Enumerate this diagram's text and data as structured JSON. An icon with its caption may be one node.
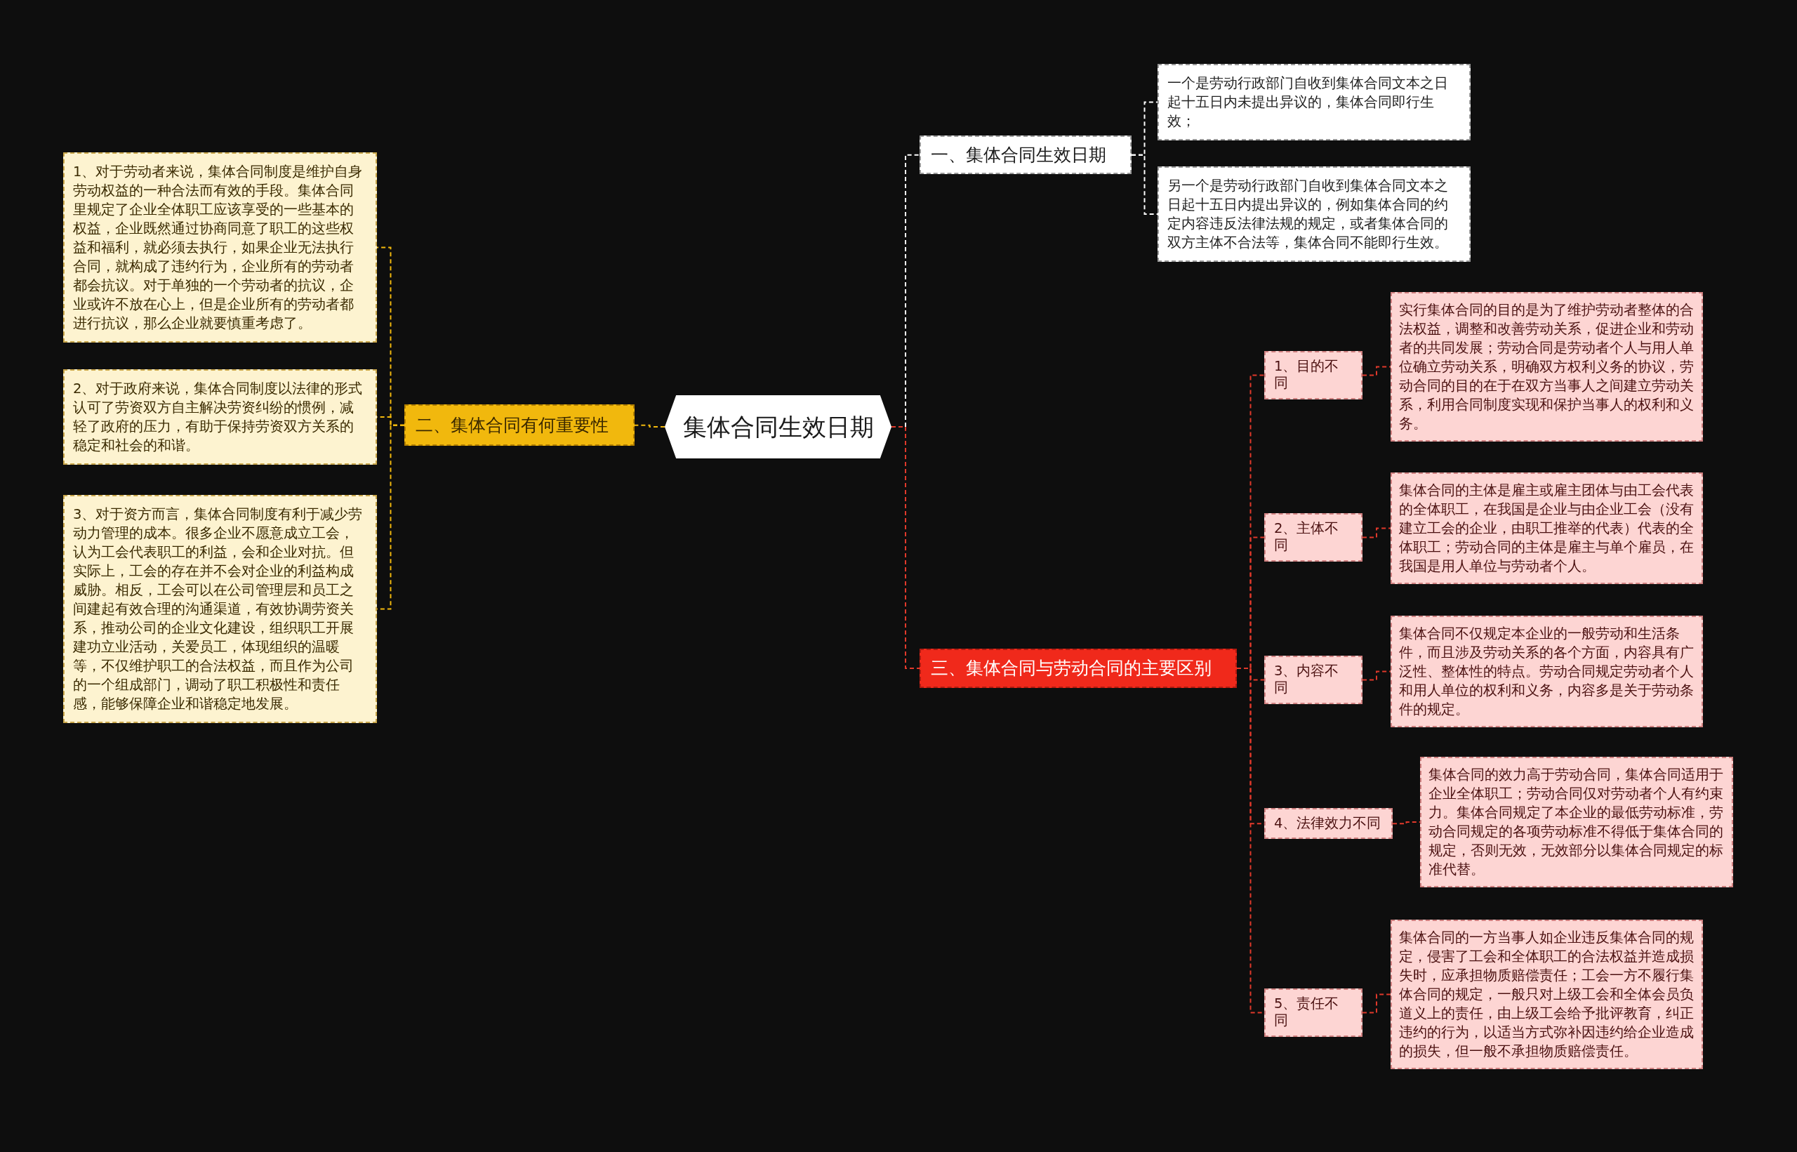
{
  "diagram": {
    "nodes": [
      {
        "text": [
          "集体合同生效日期"
        ]
      },
      {
        "text": [
          "一、集体合同生效日期"
        ]
      },
      {
        "text": [
          "一个是劳动行政部门自收到集体合同文本之日起十五日内未提出异议的，集体合同即行生效；"
        ]
      },
      {
        "text": [
          "另一个是劳动行政部门自收到集体合同文本之日起十五日内提出异议的，例如集体合同的约定内容违反法律法规的规定，或者集体合同的双方主体不合法等，集体合同不能即行生效。"
        ]
      },
      {
        "text": [
          "二、集体合同有何重要性"
        ]
      },
      {
        "text": [
          "1、对于劳动者来说，集体合同制度是维护自身劳动权益的一种合法而有效的手段。集体合同里规定了企业全体职工应该享受的一些基本的权益，企业既然通过协商同意了职工的这些权益和福利，就必须去执行，如果企业无法执行合同，就构成了违约行为，企业所有的劳动者都会抗议。对于单独的一个劳动者的抗议，企业或许不放在心上，但是企业所有的劳动者都进行抗议，那么企业就要慎重考虑了。"
        ]
      },
      {
        "text": [
          "2、对于政府来说，集体合同制度以法律的形式认可了劳资双方自主解决劳资纠纷的惯例，减轻了政府的压力，有助于保持劳资双方关系的稳定和社会的和谐。"
        ]
      },
      {
        "text": [
          "3、对于资方而言，集体合同制度有利于减少劳动力管理的成本。很多企业不愿意成立工会，认为工会代表职工的利益，会和企业对抗。但实际上，工会的存在并不会对企业的利益构成威胁。相反，工会可以在公司管理层和员工之间建起有效合理的沟通渠道，有效协调劳资关系，推动公司的企业文化建设，组织职工开展建功立业活动，关爱员工，体现组织的温暖等，不仅维护职工的合法权益，而且作为公司的一个组成部门，调动了职工积极性和责任感，能够保障企业和谐稳定地发展。"
        ]
      },
      {
        "text": [
          "三、集体合同与劳动合同的主要区别"
        ]
      },
      {
        "text": [
          "1、目的不同"
        ]
      },
      {
        "text": [
          "实行集体合同的目的是为了维护劳动者整体的合法权益，调整和改善劳动关系，促进企业和劳动者的共同发展；劳动合同是劳动者个人与用人单位确立劳动关系，明确双方权利义务的协议，劳动合同的目的在于在双方当事人之间建立劳动关系，利用合同制度实现和保护当事人的权利和义务。"
        ]
      },
      {
        "text": [
          "2、主体不同"
        ]
      },
      {
        "text": [
          "集体合同的主体是雇主或雇主团体与由工会代表的全体职工，在我国是企业与由企业工会（没有建立工会的企业，由职工推举的代表）代表的全体职工；劳动合同的主体是雇主与单个雇员，在我国是用人单位与劳动者个人。"
        ]
      },
      {
        "text": [
          "3、内容不同"
        ]
      },
      {
        "text": [
          "集体合同不仅规定本企业的一般劳动和生活条件，而且涉及劳动关系的各个方面，内容具有广泛性、整体性的特点。劳动合同规定劳动者个人和用人单位的权利和义务，内容多是关于劳动条件的规定。"
        ]
      },
      {
        "text": [
          "4、法律效力不同"
        ]
      },
      {
        "text": [
          "集体合同的效力高于劳动合同，集体合同适用于企业全体职工；劳动合同仅对劳动者个人有约束力。集体合同规定了本企业的最低劳动标准，劳动合同规定的各项劳动标准不得低于集体合同的规定，否则无效，无效部分以集体合同规定的标准代替。"
        ]
      },
      {
        "text": [
          "5、责任不同"
        ]
      },
      {
        "text": [
          "集体合同的一方当事人如企业违反集体合同的规定，侵害了工会和全体职工的合法权益并造成损失时，应承担物质赔偿责任；工会一方不履行集体合同的规定，一般只对上级工会和全体会员负道义上的责任，由上级工会给予批评教育，纠正违约的行为，以适当方式弥补因违约给企业造成的损失，但一般不承担物质赔偿责任。"
        ]
      }
    ],
    "edges": [
      {
        "from": 0,
        "to": 1,
        "arrow": "none",
        "color": "#ffffff"
      },
      {
        "from": 1,
        "to": 2,
        "arrow": "none",
        "color": "#ffffff"
      },
      {
        "from": 1,
        "to": 3,
        "arrow": "none",
        "color": "#ffffff"
      },
      {
        "from": 0,
        "to": 4,
        "arrow": "none",
        "color": "#f1b80d"
      },
      {
        "from": 4,
        "to": 5,
        "arrow": "none",
        "color": "#f1b80d"
      },
      {
        "from": 4,
        "to": 6,
        "arrow": "none",
        "color": "#f1b80d"
      },
      {
        "from": 4,
        "to": 7,
        "arrow": "none",
        "color": "#f1b80d"
      },
      {
        "from": 0,
        "to": 8,
        "arrow": "none"
      },
      {
        "from": 8,
        "to": 9,
        "arrow": "none"
      },
      {
        "from": 9,
        "to": 10,
        "arrow": "none"
      },
      {
        "from": 8,
        "to": 11,
        "arrow": "none"
      },
      {
        "from": 11,
        "to": 12,
        "arrow": "none"
      },
      {
        "from": 8,
        "to": 13,
        "arrow": "none"
      },
      {
        "from": 13,
        "to": 14,
        "arrow": "none"
      },
      {
        "from": 8,
        "to": 15,
        "arrow": "none"
      },
      {
        "from": 15,
        "to": 16,
        "arrow": "none"
      },
      {
        "from": 8,
        "to": 17,
        "arrow": "none"
      },
      {
        "from": 17,
        "to": 18,
        "arrow": "none"
      }
    ]
  }
}
